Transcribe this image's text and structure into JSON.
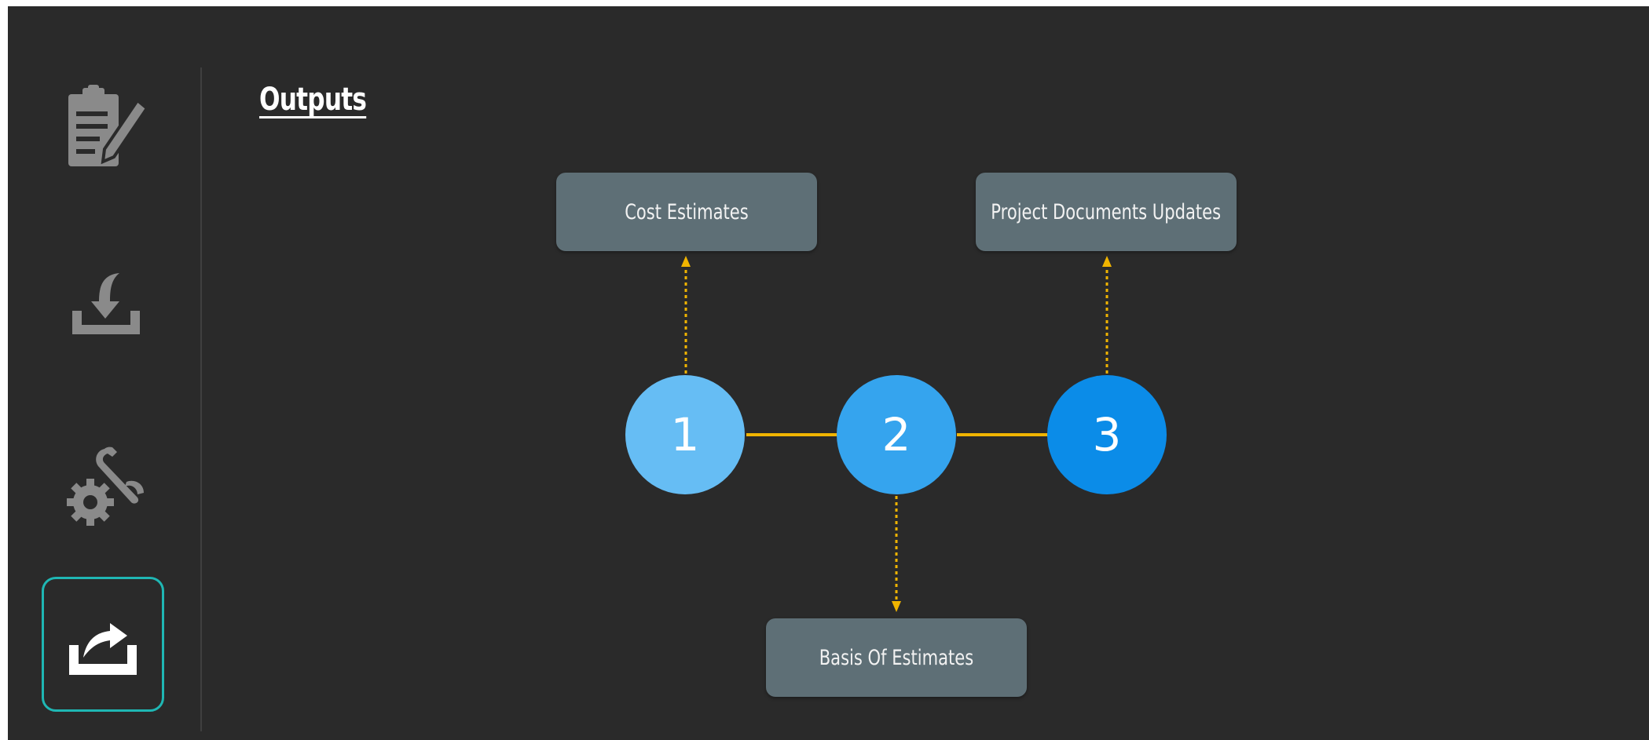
{
  "title": "Outputs",
  "sidebar": {
    "items": [
      {
        "icon": "clipboard-edit-icon",
        "active": false
      },
      {
        "icon": "download-tray-icon",
        "active": false
      },
      {
        "icon": "wrench-gear-icon",
        "active": false
      },
      {
        "icon": "upload-tray-icon",
        "active": true
      }
    ]
  },
  "diagram": {
    "nodes": [
      {
        "label": "1",
        "color": "#66bdf4"
      },
      {
        "label": "2",
        "color": "#35a4ee"
      },
      {
        "label": "3",
        "color": "#0b8ce8"
      }
    ],
    "outputs": [
      {
        "label": "Cost Estimates",
        "connects_to": "1"
      },
      {
        "label": "Basis Of Estimates",
        "connects_to": "2"
      },
      {
        "label": "Project Documents Updates",
        "connects_to": "3"
      }
    ],
    "connector_color": "#f0b400",
    "box_color": "#5e6f76"
  }
}
